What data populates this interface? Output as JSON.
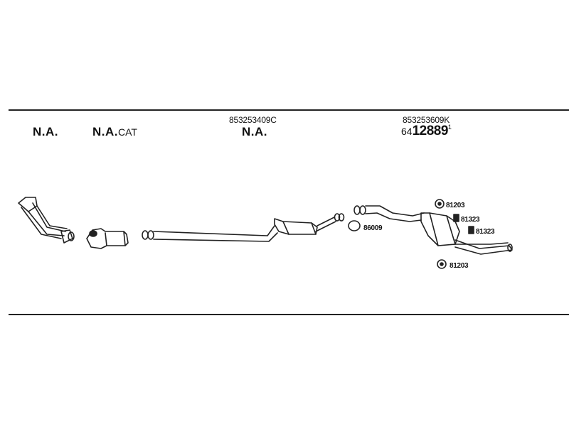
{
  "labels": {
    "na1": "N.A.",
    "na2": "N.A.",
    "cat": "CAT",
    "na3": "N.A.",
    "pn_middle": "853253409C",
    "pn_rear": "853253609K",
    "rear_prefix": "64",
    "rear_main": "12889",
    "rear_suffix": "1"
  },
  "hardware": {
    "h1": "81203",
    "h2": "81323",
    "h3": "81323",
    "h4": "81203",
    "ring": "86009"
  }
}
